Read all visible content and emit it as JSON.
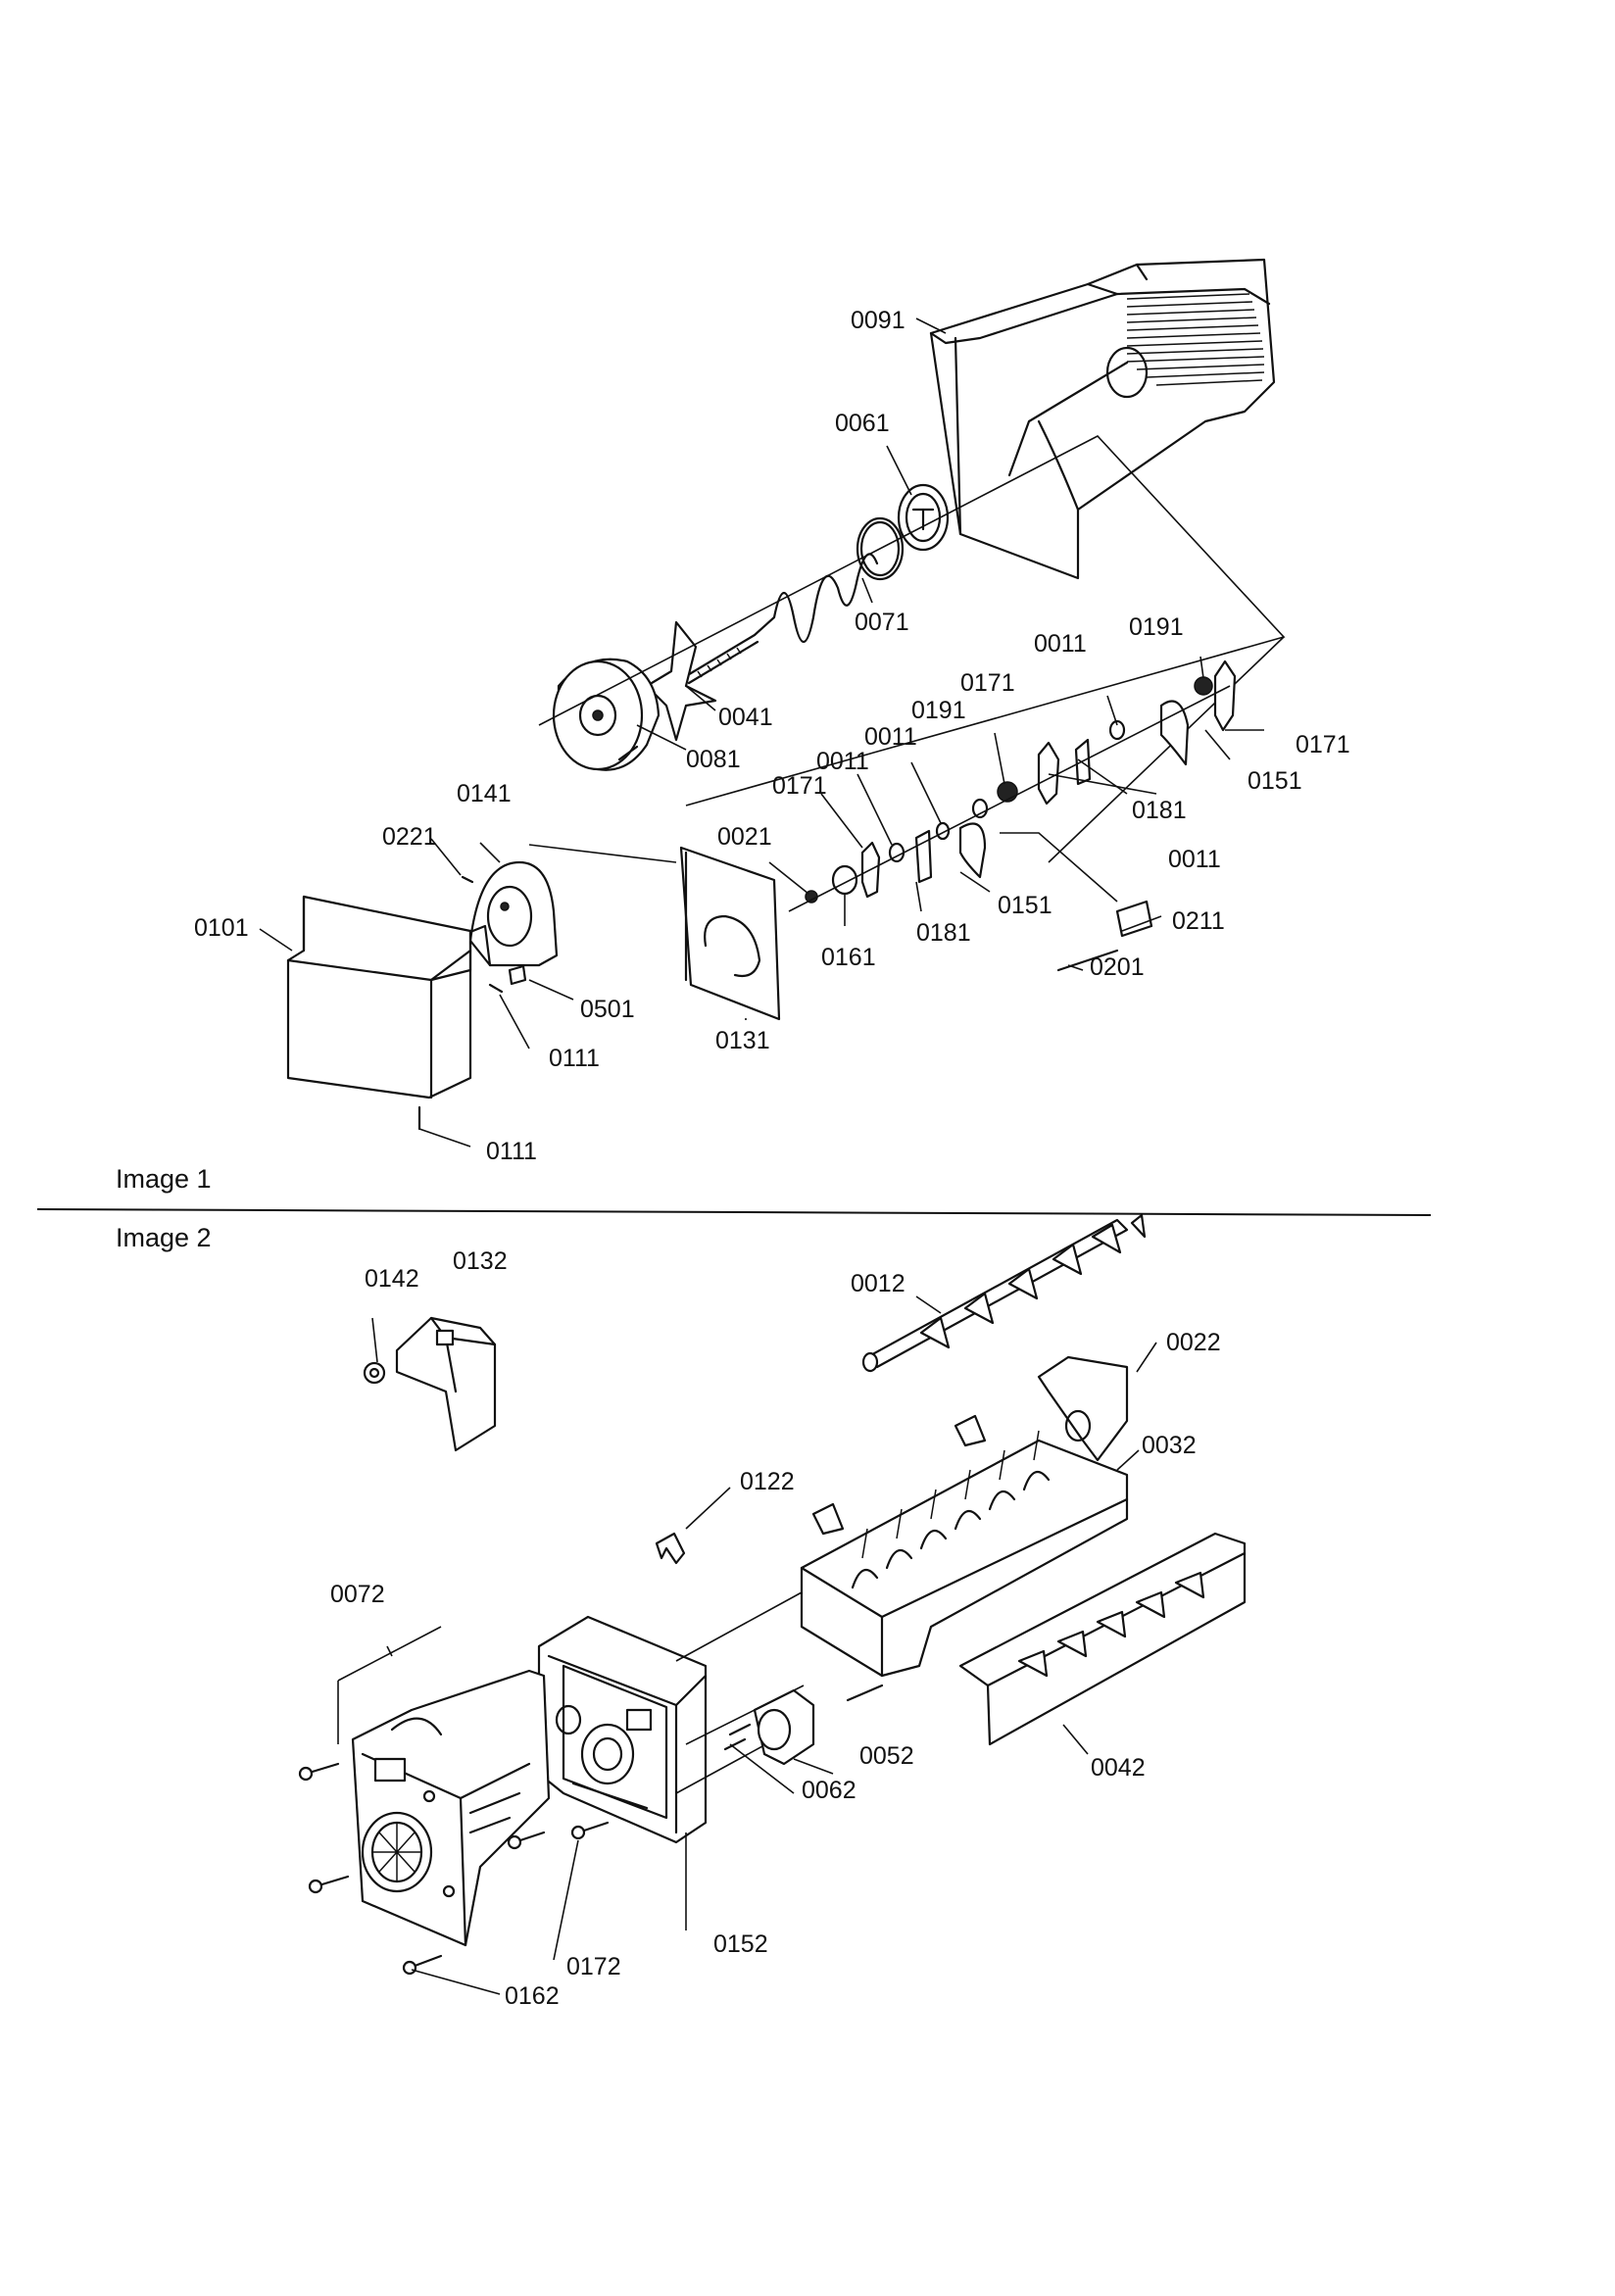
{
  "sections": [
    {
      "id": "image-1",
      "title": "Image 1"
    },
    {
      "id": "image-2",
      "title": "Image 2"
    }
  ],
  "image1_labels": {
    "l0091": "0091",
    "l0061": "0061",
    "l0071": "0071",
    "l0041": "0041",
    "l0081": "0081",
    "l0011a": "0011",
    "l0191a": "0191",
    "l0171a": "0171",
    "l0171b": "0171",
    "l0191b": "0191",
    "l0011b": "0011",
    "l0011c": "0011",
    "l0171c": "0171",
    "l0151a": "0151",
    "l0181a": "0181",
    "l0011d": "0011",
    "l0141": "0141",
    "l0221": "0221",
    "l0021": "0021",
    "l0101": "0101",
    "l0161": "0161",
    "l0181b": "0181",
    "l0151b": "0151",
    "l0211": "0211",
    "l0201": "0201",
    "l0501": "0501",
    "l0111a": "0111",
    "l0131": "0131",
    "l0111b": "0111"
  },
  "image2_labels": {
    "l0142": "0142",
    "l0132": "0132",
    "l0012": "0012",
    "l0022": "0022",
    "l0032": "0032",
    "l0122": "0122",
    "l0072": "0072",
    "l0052": "0052",
    "l0062": "0062",
    "l0042": "0042",
    "l0152": "0152",
    "l0172": "0172",
    "l0162": "0162"
  }
}
